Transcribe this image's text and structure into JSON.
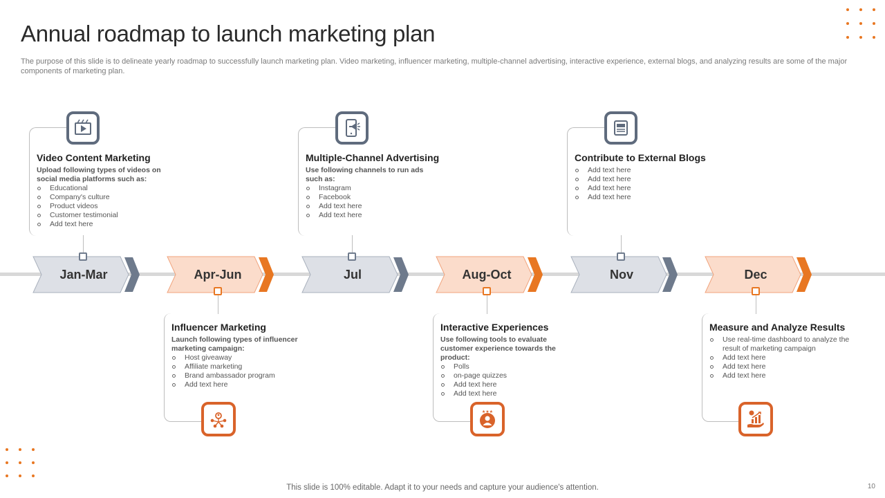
{
  "title": "Annual roadmap to launch marketing plan",
  "subtitle": "The purpose of this slide is to delineate yearly roadmap to successfully launch marketing plan. Video marketing, influencer marketing, multiple-channel advertising, interactive experience, external blogs, and analyzing results are some of the major components of marketing plan.",
  "colors": {
    "gray_fill": "#dde0e6",
    "gray_accent": "#6e7a8c",
    "orange_fill": "#fbdccb",
    "orange_accent": "#e87722"
  },
  "phases": [
    {
      "label": "Jan-Mar",
      "style": "gray"
    },
    {
      "label": "Apr-Jun",
      "style": "orange"
    },
    {
      "label": "Jul",
      "style": "gray"
    },
    {
      "label": "Aug-Oct",
      "style": "orange"
    },
    {
      "label": "Nov",
      "style": "gray"
    },
    {
      "label": "Dec",
      "style": "orange"
    }
  ],
  "cards": [
    {
      "title": "Video Content Marketing",
      "lead": "Upload following types of videos on social media platforms such as:",
      "items": [
        "Educational",
        "Company's culture",
        "Product videos",
        "Customer testimonial",
        "Add text here"
      ],
      "icon": "video-icon"
    },
    {
      "title": "Influencer Marketing",
      "lead": "Launch following types of influencer marketing campaign:",
      "items": [
        "Host giveaway",
        "Affiliate marketing",
        "Brand ambassador program",
        "Add text here"
      ],
      "icon": "network-people-icon"
    },
    {
      "title": "Multiple-Channel Advertising",
      "lead": "Use following channels to run ads such as:",
      "items": [
        "Instagram",
        "Facebook",
        "Add text here",
        "Add text here"
      ],
      "icon": "mobile-megaphone-icon"
    },
    {
      "title": "Interactive Experiences",
      "lead": "Use following tools to evaluate customer experience towards the product:",
      "items": [
        "Polls",
        "on-page quizzes",
        "Add text here",
        "Add text here"
      ],
      "icon": "customer-rating-icon"
    },
    {
      "title": "Contribute to External Blogs",
      "lead": "",
      "items": [
        "Add text here",
        "Add text here",
        "Add text here",
        "Add text here"
      ],
      "icon": "blog-icon"
    },
    {
      "title": "Measure and Analyze Results",
      "lead": "",
      "items": [
        "Use real-time dashboard to analyze the result of marketing campaign",
        "Add text here",
        "Add text here",
        "Add text here"
      ],
      "icon": "growth-chart-hand-icon"
    }
  ],
  "footer": "This slide is 100% editable. Adapt it to your needs and capture your audience's attention.",
  "page_number": "10"
}
